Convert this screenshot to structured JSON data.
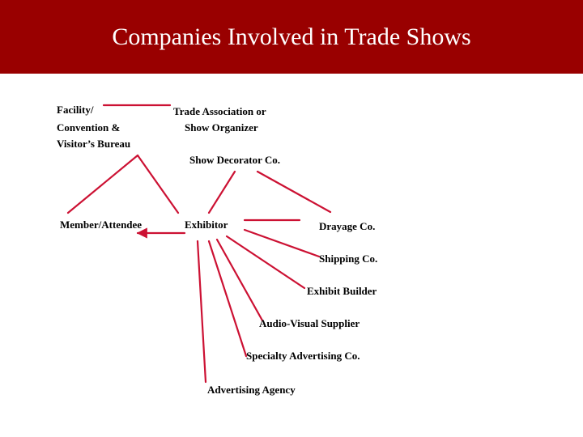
{
  "title": "Companies Involved in Trade Shows",
  "colors": {
    "title_bg": "#990000",
    "title_text": "#ffffff",
    "connector": "#cc1133"
  },
  "nodes": {
    "facility_line1": "Facility/",
    "facility_line2": "Convention &",
    "facility_line3": "Visitor’s Bureau",
    "trade_assoc_line1": "Trade Association or",
    "trade_assoc_line2": "Show Organizer",
    "show_decorator": "Show Decorator Co.",
    "member_attendee": "Member/Attendee",
    "exhibitor": "Exhibitor",
    "drayage": "Drayage Co.",
    "shipping": "Shipping Co.",
    "exhibit_builder": "Exhibit Builder",
    "audio_visual": "Audio-Visual Supplier",
    "specialty_advertising": "Specialty Advertising Co.",
    "advertising_agency": "Advertising Agency"
  }
}
